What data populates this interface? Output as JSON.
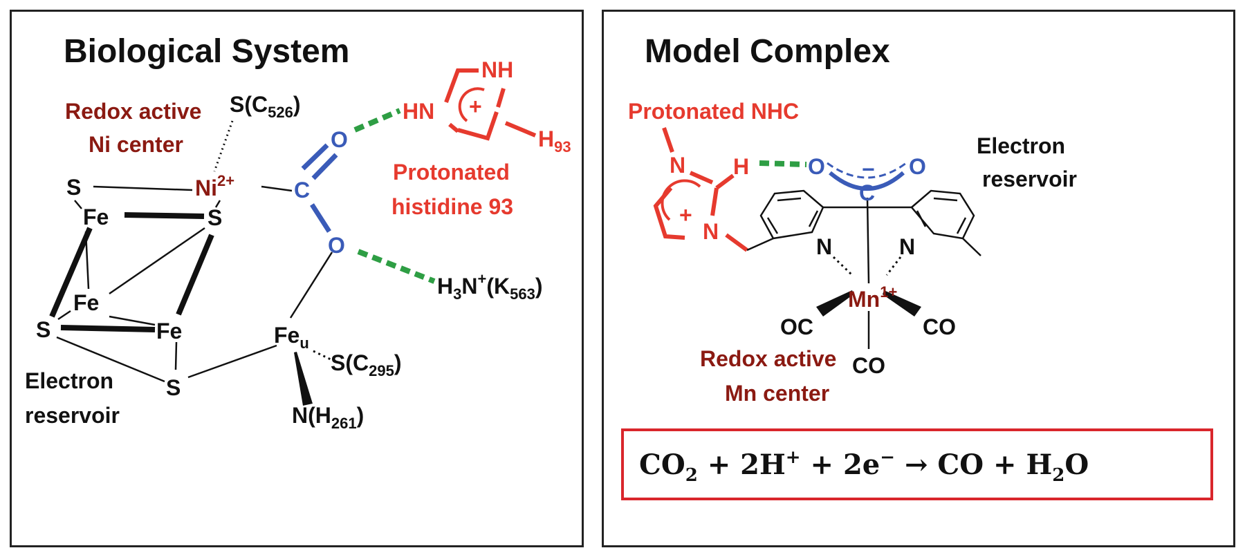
{
  "colors": {
    "black": "#111111",
    "darkred": "#8b1a12",
    "red": "#e63a2e",
    "blue": "#3a5bb8",
    "green": "#2e9e44",
    "box": "#d9262c"
  },
  "left_panel": {
    "title": "Biological System",
    "label_redox_1": "Redox active",
    "label_redox_2": "Ni center",
    "label_electron_1": "Electron",
    "label_electron_2": "reservoir",
    "label_protonated_1": "Protonated",
    "label_protonated_2": "histidine 93",
    "atoms": {
      "s_c526": "S(C",
      "s_c526_sub": "526",
      "s_c526_end": ")",
      "ni": "Ni",
      "ni_charge": "2+",
      "s1": "S",
      "fe1": "Fe",
      "s2": "S",
      "fe2": "Fe",
      "s3": "S",
      "fe3": "Fe",
      "s4": "S",
      "c": "C",
      "o1": "O",
      "o2": "O",
      "feu": "Fe",
      "feu_sub": "u",
      "s_c295": "S(C",
      "s_c295_sub": "295",
      "s_c295_end": ")",
      "n_h261": "N(H",
      "n_h261_sub": "261",
      "n_h261_end": ")",
      "h3n": "H",
      "h3n_sub": "3",
      "h3n_n": "N",
      "h3n_sup": "+",
      "h3n_k": "(K",
      "h3n_k_sub": "563",
      "h3n_end": ")",
      "his_hn": "HN",
      "his_nh": "NH",
      "his_plus": "+",
      "his_h": "H",
      "his_h_sub": "93"
    }
  },
  "right_panel": {
    "title": "Model Complex",
    "label_protonated": "Protonated NHC",
    "label_electron_1": "Electron",
    "label_electron_2": "reservoir",
    "label_redox_1": "Redox active",
    "label_redox_2": "Mn center",
    "atoms": {
      "n_top": "N",
      "n_bottom": "N",
      "h": "H",
      "plus": "+",
      "o_left": "O",
      "o_right": "O",
      "minus": "−",
      "c": "C",
      "n_py1": "N",
      "n_py2": "N",
      "mn": "Mn",
      "mn_charge": "1+",
      "oc_left": "OC",
      "co_right": "CO",
      "co_bottom": "CO"
    },
    "equation": {
      "co2": "CO",
      "co2_sub": "2",
      "plus1": " + 2H",
      "h_sup": "+",
      "plus2": " + 2e",
      "e_sup": "−",
      "arrow": " → CO + H",
      "h2o_sub": "2",
      "h2o_end": "O"
    }
  }
}
